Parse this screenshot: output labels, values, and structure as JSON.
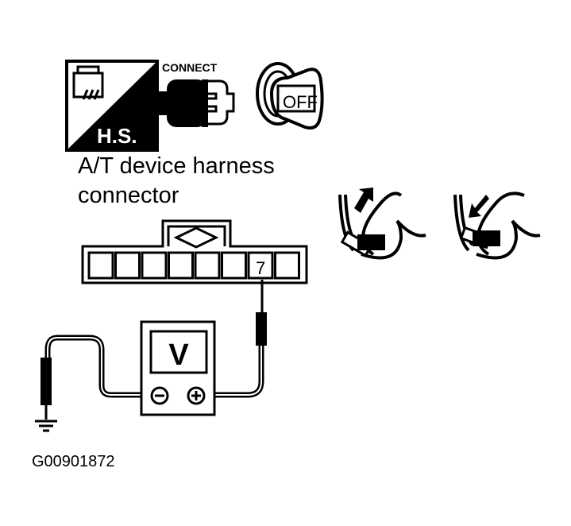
{
  "icons": {
    "hs_label": "H.S.",
    "connect_label": "CONNECT",
    "ignition_label": "OFF"
  },
  "title": {
    "line1": "A/T device harness",
    "line2": "connector"
  },
  "connector": {
    "terminal_label": "7"
  },
  "voltmeter": {
    "display": "V",
    "negative": "−",
    "positive": "+"
  },
  "caption": "G00901872",
  "colors": {
    "ink": "#000000",
    "paper": "#ffffff"
  }
}
